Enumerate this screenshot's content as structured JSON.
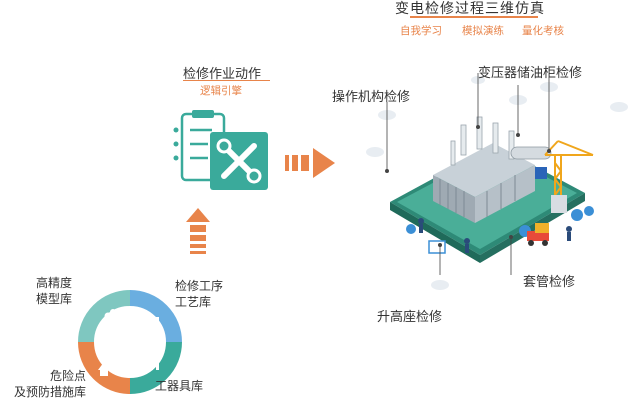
{
  "header": {
    "title": "变电检修过程三维仿真",
    "subtitles": [
      "自我学习",
      "模拟演练",
      "量化考核"
    ]
  },
  "workflow": {
    "title": "检修作业动作",
    "subtitle": "逻辑引擎"
  },
  "scene_labels": {
    "mechanism": "操作机构检修",
    "conservator": "变压器储油柜检修",
    "bushing": "套管检修",
    "turret": "升高座检修"
  },
  "cycle": {
    "model_library": [
      "高精度",
      "模型库"
    ],
    "process_library": [
      "检修工序",
      "工艺库"
    ],
    "tools_library": "工器具库",
    "hazard_library": [
      "危险点",
      "及预防措施库"
    ]
  },
  "colors": {
    "orange": "#e8844a",
    "teal": "#3aaa9b",
    "blue": "#3b8fd6",
    "cycle_teal_light": "#7fc7c0",
    "cycle_blue": "#6aaee0"
  }
}
